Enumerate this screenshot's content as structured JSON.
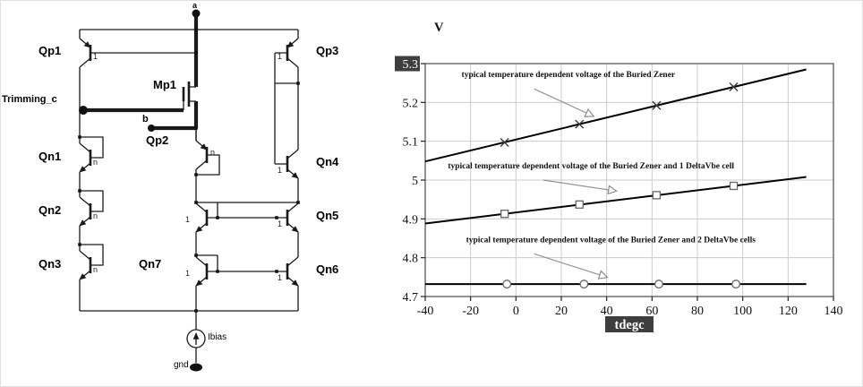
{
  "schematic": {
    "labels": {
      "qp1": "Qp1",
      "qp2": "Qp2",
      "qp3": "Qp3",
      "mp1": "Mp1",
      "qn1": "Qn1",
      "qn2": "Qn2",
      "qn3": "Qn3",
      "qn4": "Qn4",
      "qn5": "Qn5",
      "qn6": "Qn6",
      "qn7": "Qn7"
    },
    "markers": {
      "one": "1",
      "n": "n"
    },
    "terminals": {
      "a": "a",
      "b": "b",
      "gnd": "gnd",
      "ibias": "Ibias",
      "trimming": "Trimming_c"
    }
  },
  "chart_data": {
    "type": "line",
    "title": "",
    "ylabel": "V",
    "xlabel": "tdegc",
    "xlim": [
      -40,
      140
    ],
    "ylim": [
      4.7,
      5.3
    ],
    "xticks": [
      -40,
      -20,
      0,
      20,
      40,
      60,
      80,
      100,
      120,
      140
    ],
    "yticks": [
      4.7,
      4.8,
      4.9,
      5,
      5.1,
      5.2,
      5.3
    ],
    "grid": true,
    "legend_position": "none",
    "highlights": {
      "ytick": "5.3",
      "xlabel": true
    },
    "series": [
      {
        "name": "typical temperature dependent voltage of the Buried Zener",
        "marker": "x",
        "x": [
          -40,
          128
        ],
        "y": [
          5.048,
          5.285
        ],
        "points": {
          "x": [
            -5,
            28,
            62,
            96
          ],
          "y": [
            5.097,
            5.144,
            5.192,
            5.24
          ]
        }
      },
      {
        "name": "typical temperature dependent voltage of the Buried Zener and 1 DeltaVbe cell",
        "marker": "square",
        "x": [
          -40,
          128
        ],
        "y": [
          4.888,
          5.008
        ],
        "points": {
          "x": [
            -5,
            28,
            62,
            96
          ],
          "y": [
            4.913,
            4.937,
            4.961,
            4.985
          ]
        }
      },
      {
        "name": "typical temperature dependent voltage of the Buried Zener and 2 DeltaVbe cells",
        "marker": "circle",
        "x": [
          -40,
          128
        ],
        "y": [
          4.732,
          4.732
        ],
        "points": {
          "x": [
            -4,
            30,
            63,
            97
          ],
          "y": [
            4.732,
            4.732,
            4.732,
            4.732
          ]
        }
      }
    ],
    "annotations": [
      {
        "text": "typical temperature dependent voltage of the Buried Zener",
        "tx": -24,
        "ty": 5.265,
        "ax1": 8,
        "ay1": 5.235,
        "ax2": 34,
        "ay2": 5.165
      },
      {
        "text": "typical temperature dependent voltage of the Buried Zener and 1 DeltaVbe cell",
        "tx": -30,
        "ty": 5.03,
        "ax1": 12,
        "ay1": 5.0,
        "ax2": 44,
        "ay2": 4.972
      },
      {
        "text": "typical temperature dependent voltage of the Buried Zener and 2 DeltaVbe cells",
        "tx": -22,
        "ty": 4.84,
        "ax1": 8,
        "ay1": 4.81,
        "ax2": 40,
        "ay2": 4.75
      }
    ]
  }
}
